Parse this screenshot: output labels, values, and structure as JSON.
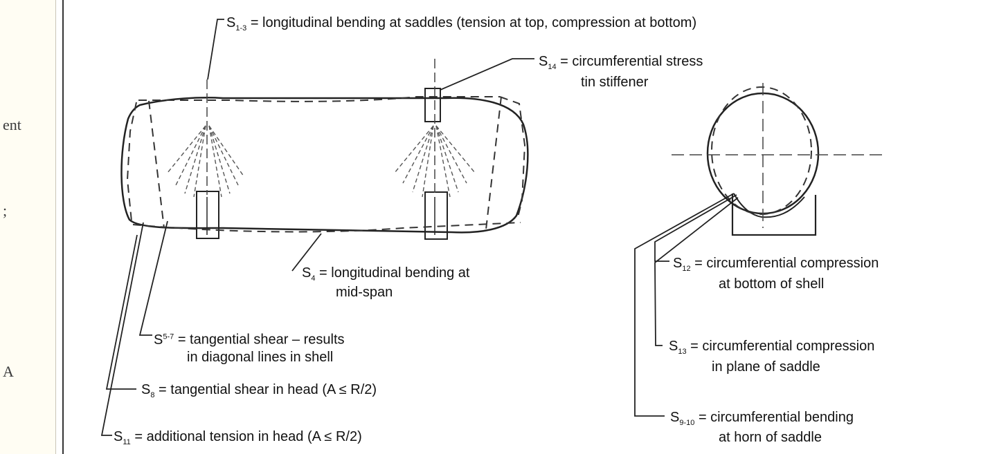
{
  "left_column": {
    "fragments": [
      "ent",
      ";",
      "A"
    ]
  },
  "labels": {
    "s1_3": {
      "symbol": "S",
      "sub": "1-3",
      "text": "= longitudinal bending at saddles (tension at top, compression at bottom)"
    },
    "s14": {
      "symbol": "S",
      "sub": "14",
      "text": "= circumferential stress",
      "text2": "tin stiffener"
    },
    "s4": {
      "symbol": "S",
      "sub": "4",
      "text": "= longitudinal bending at",
      "text2": "mid-span"
    },
    "s5_7": {
      "symbol": "S",
      "sup": "5-7",
      "text": "= tangential shear – results",
      "text2": "in diagonal lines in shell"
    },
    "s8": {
      "symbol": "S",
      "sub": "8",
      "text": "= tangential shear in head (A ≤ R/2)"
    },
    "s11": {
      "symbol": "S",
      "sub": "11",
      "text": "= additional tension in head (A ≤ R/2)"
    },
    "s12": {
      "symbol": "S",
      "sub": "12",
      "text": "= circumferential compression",
      "text2": "at bottom of shell"
    },
    "s13": {
      "symbol": "S",
      "sub": "13",
      "text": "= circumferential compression",
      "text2": "in plane of saddle"
    },
    "s9_10": {
      "symbol": "S",
      "sub": "9-10",
      "text": "= circumferential bending",
      "text2": "at horn of saddle"
    }
  }
}
